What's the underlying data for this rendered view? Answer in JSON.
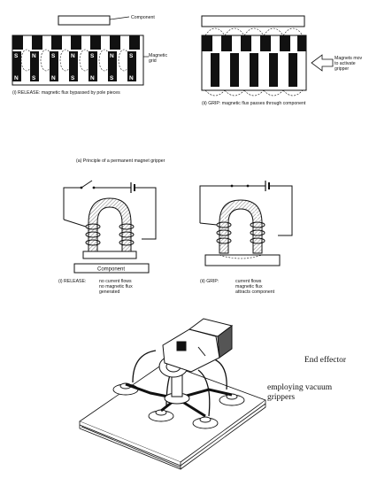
{
  "section_a": {
    "component_label": "Component",
    "magnetic_grid_label_1": "Magnetic",
    "magnetic_grid_label_2": "grid",
    "pole_north": "N",
    "pole_south": "S",
    "caption_release": "(i)   RELEASE: magnetic flux bypassed by pole pieces",
    "caption_grip": "(ii)   GRIP: magnetic flux passes through component",
    "arrow_label_1": "Magnets mov",
    "arrow_label_2": "to activate",
    "arrow_label_3": "gripper",
    "principle_caption": "(a)   Principle of a permanent magnet gripper"
  },
  "section_b": {
    "component_label": "Component",
    "release_caption_1": "(i)   RELEASE:",
    "release_caption_2": "no current flows",
    "release_caption_3": "no magnetic flux",
    "release_caption_4": "generated",
    "grip_caption_1": "(ii)   GRIP:",
    "grip_caption_2": "current flows",
    "grip_caption_3": "magnetic flux",
    "grip_caption_4": "attracts component"
  },
  "section_c": {
    "caption_line1": "End effector",
    "caption_line2": "employing vacuum",
    "caption_line3": "grippers"
  },
  "colors": {
    "ink": "#111111",
    "paper": "#ffffff",
    "hatch": "#555555"
  }
}
